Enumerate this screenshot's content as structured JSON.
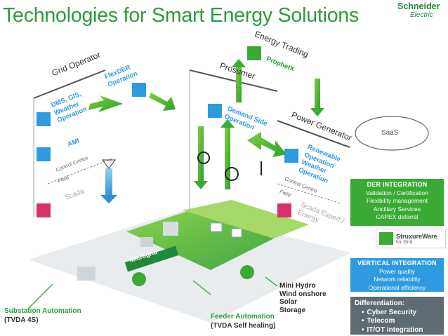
{
  "title": "Technologies for Smart Energy Solutions",
  "logo": {
    "brand": "Schneider",
    "sub": "Electric"
  },
  "colors": {
    "green": "#3aaa35",
    "dark_green": "#1f8a3a",
    "blue": "#2e9be0",
    "grey": "#5f6b73",
    "teal": "#4aa8e0"
  },
  "sections": {
    "grid_operator": "Grid Operator",
    "prosumer": "Prosumer",
    "power_generator": "Power Generator",
    "energy_trading": "Energy Trading",
    "prophetx": "ProphetX",
    "saas": "SaaS"
  },
  "grid_items": {
    "flexder": "FlexDER\nOperation",
    "dms": "DMS, GIS,\nWeather\nOperation",
    "ami": "AMI",
    "control_centre": "Control Centre",
    "field": "Field",
    "scada": "Scada"
  },
  "prosumer_items": {
    "demand_side": "Demand Side\nOperation"
  },
  "generator_items": {
    "renewable": "Renewable\nOperation\nWeather\nOperation",
    "control_centre": "Control Centre",
    "field": "Field",
    "scada_expert": "Scada Expert /\nEnergy"
  },
  "microgrid": "Microgrid",
  "der_box": {
    "heading": "DER INTEGRATION",
    "lines": [
      "Validation / Certification",
      "Flexibility management",
      "Ancillary Services",
      "CAPEX deferral"
    ]
  },
  "struxure": {
    "name": "StruxureWare",
    "sub": "for Grid"
  },
  "vertical_box": {
    "heading": "VERTICAL INTEGRATION",
    "lines": [
      "Power quality",
      "Network reliability",
      "Operational efficiency"
    ]
  },
  "diff_box": {
    "heading": "Differentiation:",
    "items": [
      "Cyber Security",
      "Telecom",
      "IT/OT integration"
    ]
  },
  "bottom_labels": {
    "substation": "Substation Automation",
    "substation_sub": "(TVDA 4S)",
    "feeder": "Feeder Automation",
    "feeder_sub": "(TVDA Self healing)",
    "mini_hydro": "Mini Hydro",
    "wind": "Wind onshore",
    "solar": "Solar",
    "storage": "Storage"
  }
}
